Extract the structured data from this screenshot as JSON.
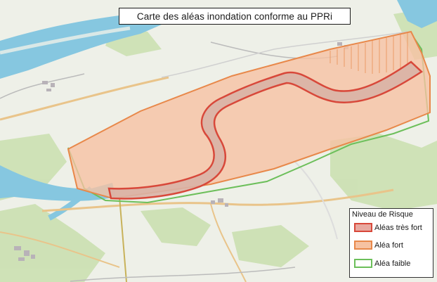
{
  "map": {
    "title": "Carte des aléas inondation conforme au PPRi"
  },
  "legend": {
    "title": "Niveau de Risque",
    "items": [
      {
        "label": "Aléas très fort",
        "fill": "#e8a9a0",
        "border": "#d8483a"
      },
      {
        "label": "Aléa fort",
        "fill": "#f6c2a2",
        "border": "#e8884a"
      },
      {
        "label": "Aléa faible",
        "fill": "#ffffff",
        "border": "#6cbf5a"
      }
    ]
  },
  "colors": {
    "river": "#86c7e0",
    "land": "#eef0e8",
    "forest": "#c9dfae",
    "zone_fort_fill": "#f6c2a2",
    "zone_fort_border": "#e8884a",
    "zone_tres_fort_fill": "#d9b3a6",
    "zone_tres_fort_border": "#d8483a",
    "zone_faible_border": "#6cbf5a"
  }
}
